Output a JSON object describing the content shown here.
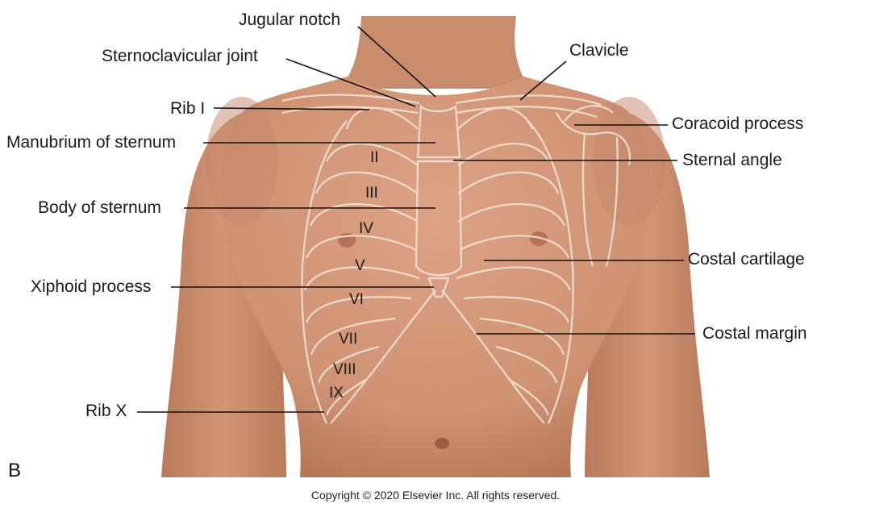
{
  "labels": {
    "jugular_notch": "Jugular notch",
    "sternoclavicular_joint": "Sternoclavicular joint",
    "rib_i": "Rib I",
    "manubrium": "Manubrium of sternum",
    "body_of_sternum": "Body of sternum",
    "xiphoid_process": "Xiphoid process",
    "rib_x": "Rib X",
    "clavicle": "Clavicle",
    "coracoid_process": "Coracoid process",
    "sternal_angle": "Sternal angle",
    "costal_cartilage": "Costal cartilage",
    "costal_margin": "Costal margin"
  },
  "rib_numbers": [
    "II",
    "III",
    "IV",
    "V",
    "VI",
    "VII",
    "VIII",
    "IX"
  ],
  "panel_letter": "B",
  "copyright": "Copyright © 2020 Elsevier Inc. All rights reserved.",
  "colors": {
    "skin": "#d69c7c",
    "skin_shadow": "#b77a5c",
    "bone_outline": "#f4e8dc",
    "cartilage": "#d7c6bc",
    "leader_line": "#111111"
  }
}
